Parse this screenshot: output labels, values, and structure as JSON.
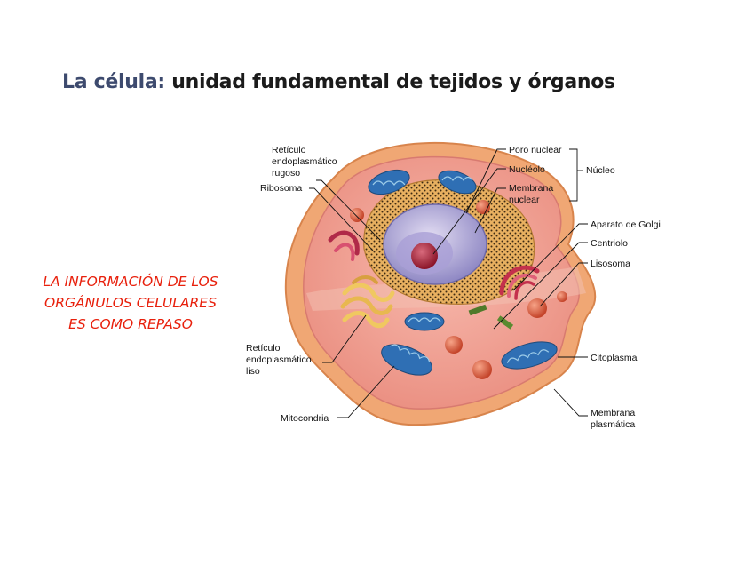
{
  "title": {
    "lead": "La célula:",
    "rest": "unidad fundamental de tejidos y órganos"
  },
  "note": {
    "lines": [
      "LA INFORMACIÓN DE LOS",
      "ORGÁNULOS CELULARES",
      "ES COMO REPASO"
    ]
  },
  "diagram": {
    "labels": {
      "reticulo_rugoso": [
        "Retículo",
        "endoplasmático",
        "rugoso"
      ],
      "ribosoma": "Ribosoma",
      "reticulo_liso": [
        "Retículo",
        "endoplasmático",
        "liso"
      ],
      "mitocondria": "Mitocondria",
      "poro_nuclear": "Poro nuclear",
      "nucleolo": "Nucléolo",
      "membrana_nuclear": [
        "Membrana",
        "nuclear"
      ],
      "nucleo": "Núcleo",
      "aparato_golgi": "Aparato de Golgi",
      "centriolo": "Centriolo",
      "lisosoma": "Lisosoma",
      "citoplasma": "Citoplasma",
      "membrana_plasmatica": [
        "Membrana",
        "plasmática"
      ]
    }
  }
}
